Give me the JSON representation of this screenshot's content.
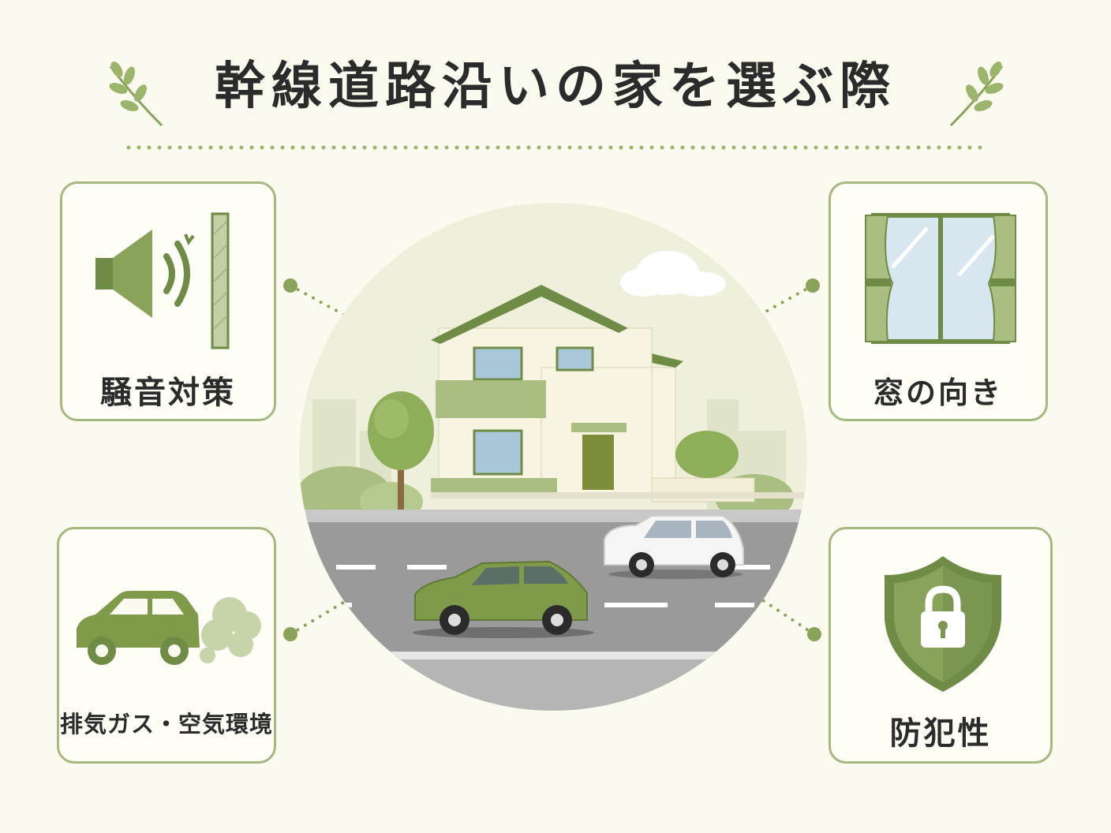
{
  "title": "幹線道路沿いの家を選ぶ際",
  "cards": [
    {
      "id": "noise",
      "label": "騒音対策",
      "icon": "speaker-wall-icon"
    },
    {
      "id": "window",
      "label": "窓の向き",
      "icon": "window-curtain-icon"
    },
    {
      "id": "exhaust",
      "label": "排気ガス・空気環境",
      "icon": "car-exhaust-icon"
    },
    {
      "id": "security",
      "label": "防犯性",
      "icon": "shield-lock-icon"
    }
  ],
  "colors": {
    "accent": "#8aa35a",
    "accent_dark": "#6b8640",
    "card_border": "#a5b87f",
    "background": "#fbfaef",
    "road": "#9a9a9a"
  }
}
